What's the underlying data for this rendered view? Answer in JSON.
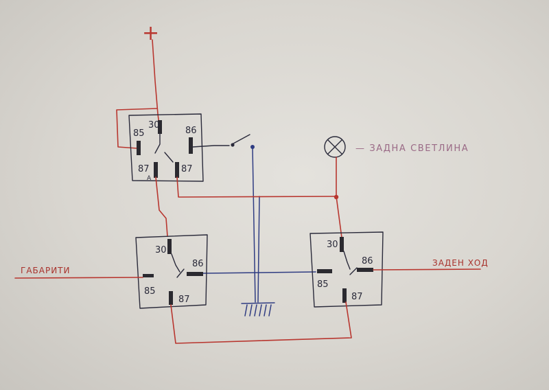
{
  "power": {
    "plus_label": "+"
  },
  "relays": {
    "top": {
      "pins": {
        "p85": "85",
        "p30": "30",
        "p86": "86",
        "p87a": "87",
        "p87": "87",
        "mark": "A"
      }
    },
    "left": {
      "pins": {
        "p30": "30",
        "p86": "86",
        "p85": "85",
        "p87": "87"
      }
    },
    "right": {
      "pins": {
        "p30": "30",
        "p86": "86",
        "p85": "85",
        "p87": "87"
      }
    }
  },
  "labels": {
    "lamp": "— ЗАДНА СВЕТЛИНА",
    "left_input": "ГАБАРИТИ",
    "right_input": "ЗАДЕН ХОД"
  },
  "colors": {
    "red_ink": "#b8362f",
    "blue_ink": "#2f3c82",
    "dark_ink": "#2a2a3a",
    "paper": "#dcd9d3"
  }
}
